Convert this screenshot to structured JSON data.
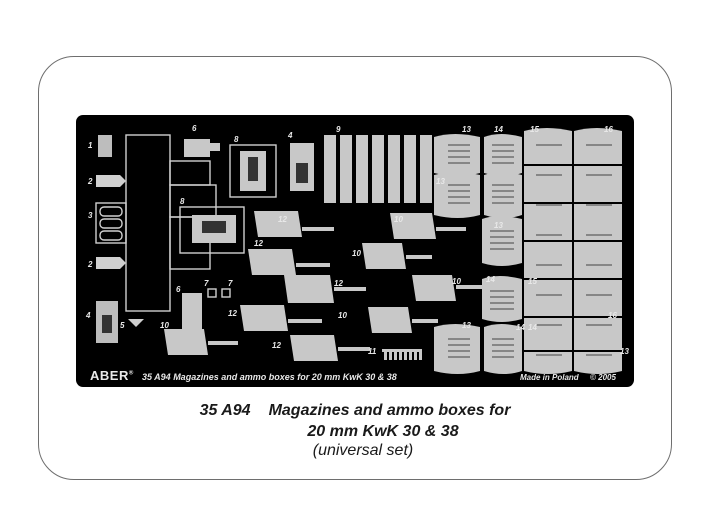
{
  "fret": {
    "brand": "ABER",
    "brand_mark": "®",
    "code_line": "35 A94  Magazines and ammo boxes for 20 mm KwK 30 & 38",
    "made_in": "Made in Poland",
    "copyright": "© 2005",
    "part_numbers": [
      "1",
      "2",
      "3",
      "2",
      "4",
      "5",
      "6",
      "7",
      "7",
      "6",
      "8",
      "8",
      "4",
      "9",
      "10",
      "10",
      "10",
      "10",
      "10",
      "11",
      "12",
      "12",
      "12",
      "12",
      "12",
      "13",
      "13",
      "13",
      "13",
      "13",
      "14",
      "14",
      "14",
      "14",
      "15",
      "15",
      "16",
      "16"
    ]
  },
  "caption": {
    "code": "35 A94",
    "title_line1": "Magazines and ammo boxes for",
    "title_line2": "20 mm KwK 30 & 38",
    "subtitle": "(universal set)"
  },
  "colors": {
    "fret_background": "#000000",
    "etch_metal": "#c8c8c8",
    "caption_text": "#1a1a1a"
  }
}
